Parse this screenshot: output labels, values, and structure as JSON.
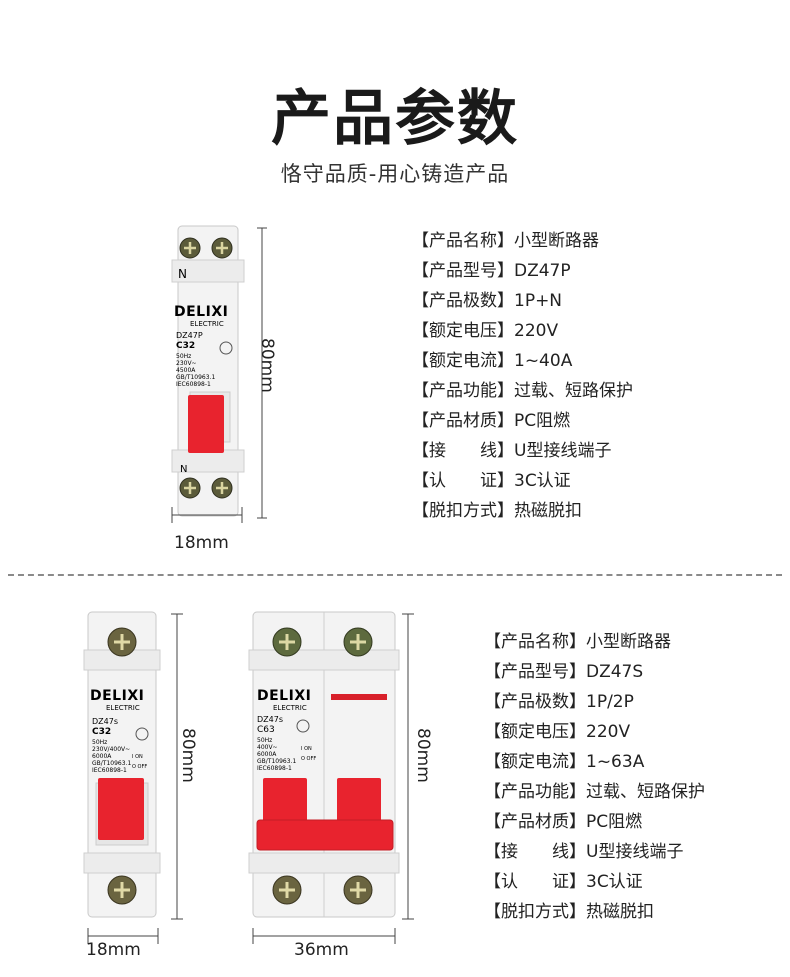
{
  "header": {
    "title": "产品参数",
    "subtitle": "恪守品质-用心铸造产品"
  },
  "product1": {
    "device": {
      "brand": "DELIXI",
      "brand_sub": "ELECTRIC",
      "model": "DZ47P",
      "rating": "C32",
      "terminal_top": "N",
      "terminal_bottom": "N",
      "fine_print": [
        "50Hz",
        "230V~",
        "4500A",
        "GB/T10963.1",
        "IEC60898-1"
      ]
    },
    "height_label": "80mm",
    "width_label": "18mm",
    "specs": [
      {
        "label": "【产品名称】",
        "value": "小型断路器"
      },
      {
        "label": "【产品型号】",
        "value": "DZ47P"
      },
      {
        "label": "【产品极数】",
        "value": "1P+N"
      },
      {
        "label": "【额定电压】",
        "value": "220V"
      },
      {
        "label": "【额定电流】",
        "value": "1~40A"
      },
      {
        "label": "【产品功能】",
        "value": "过载、短路保护"
      },
      {
        "label": "【产品材质】",
        "value": "PC阻燃"
      },
      {
        "label": "【接　　线】",
        "value": "U型接线端子"
      },
      {
        "label": "【认　　证】",
        "value": "3C认证"
      },
      {
        "label": "【脱扣方式】",
        "value": "热磁脱扣"
      }
    ]
  },
  "product2": {
    "device_1p": {
      "brand": "DELIXI",
      "brand_sub": "ELECTRIC",
      "model": "DZ47s",
      "rating": "C32",
      "fine_print": [
        "50Hz",
        "230V/400V~",
        "6000A",
        "GB/T10963.1",
        "IEC60898-1"
      ],
      "switch_on": "I ON",
      "switch_off": "O OFF"
    },
    "device_2p": {
      "brand": "DELIXI",
      "brand_sub": "ELECTRIC",
      "model": "DZ47s",
      "rating": "C63",
      "fine_print": [
        "50Hz",
        "400V~",
        "6000A",
        "GB/T10963.1",
        "IEC60898-1"
      ],
      "switch_on": "I ON",
      "switch_off": "O OFF"
    },
    "height_label_1p": "80mm",
    "height_label_2p": "80mm",
    "width_label_1p": "18mm",
    "width_label_2p": "36mm",
    "specs": [
      {
        "label": "【产品名称】",
        "value": "小型断路器"
      },
      {
        "label": "【产品型号】",
        "value": "DZ47S"
      },
      {
        "label": "【产品极数】",
        "value": "1P/2P"
      },
      {
        "label": "【额定电压】",
        "value": "220V"
      },
      {
        "label": "【额定电流】",
        "value": "1~63A"
      },
      {
        "label": "【产品功能】",
        "value": "过载、短路保护"
      },
      {
        "label": "【产品材质】",
        "value": "PC阻燃"
      },
      {
        "label": "【接　　线】",
        "value": "U型接线端子"
      },
      {
        "label": "【认　　证】",
        "value": "3C认证"
      },
      {
        "label": "【脱扣方式】",
        "value": "热磁脱扣"
      }
    ]
  },
  "colors": {
    "brand_red": "#d8202a",
    "lever_red": "#e8232e",
    "housing": "#f2f2f2",
    "dim_line": "#444444"
  }
}
